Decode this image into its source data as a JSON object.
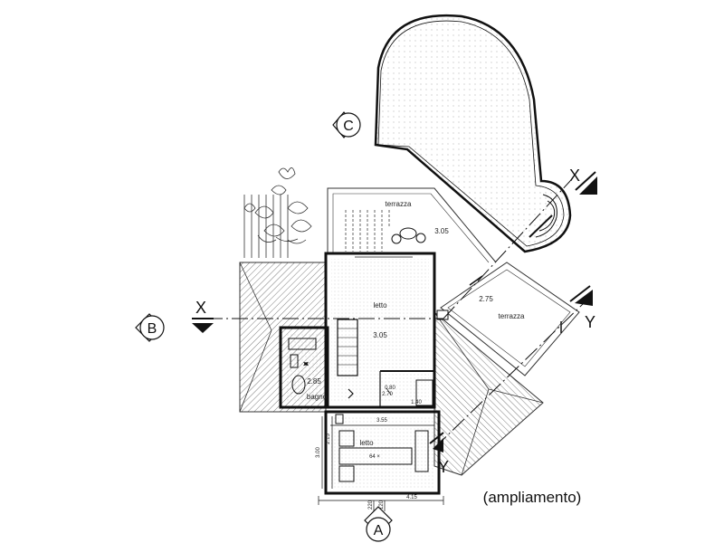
{
  "markers": {
    "a": "A",
    "b": "B",
    "c": "C"
  },
  "section_letters": {
    "x_left": "X",
    "x_right": "X",
    "y_right": "Y",
    "y_bottom": "Y"
  },
  "rooms": {
    "terrazza_top": "terrazza",
    "terrazza_right": "terrazza",
    "letto_main": "letto",
    "letto_small": "letto",
    "bagno": "bagno"
  },
  "heights": {
    "terrazza_top": "3.05",
    "terrazza_right": "2.75",
    "letto_main": "3.05",
    "bagno": "2.85",
    "small_1": "0.80",
    "small_2": "2.70"
  },
  "dimensions": {
    "width_355": "3.55",
    "width_415": "4.15",
    "depth_300": "3.00",
    "depth_215": "2.15",
    "door_220": "220",
    "door_120": "120",
    "window_64": "64 ×",
    "door_140": "1.40"
  },
  "annotation": "(ampliamento)",
  "colors": {
    "ink": "#111111",
    "hatch": "#444444",
    "light": "#777777"
  }
}
